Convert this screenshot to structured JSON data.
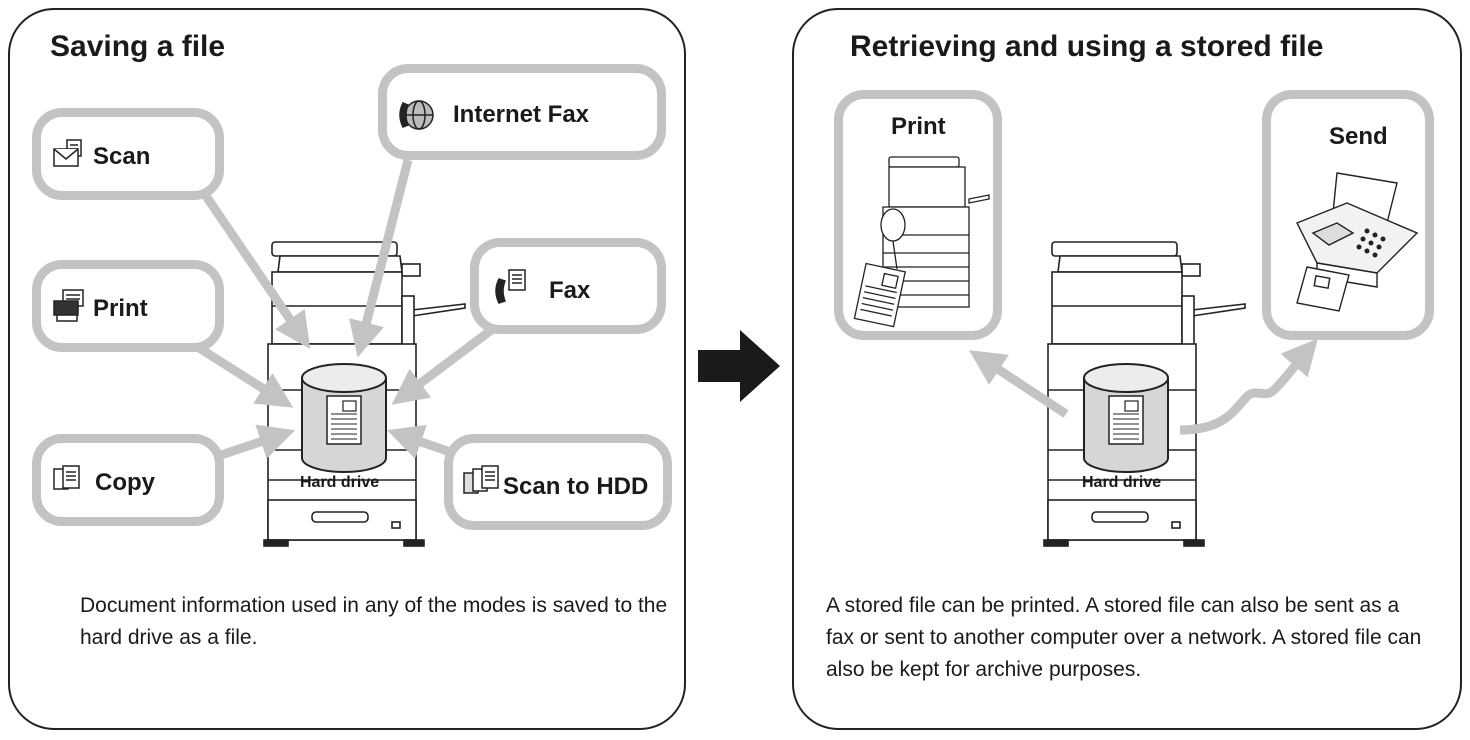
{
  "left_panel": {
    "title": "Saving a file",
    "modes": {
      "scan": {
        "label": "Scan",
        "icon": "scan-envelope-icon"
      },
      "print": {
        "label": "Print",
        "icon": "printer-icon"
      },
      "copy": {
        "label": "Copy",
        "icon": "copy-pages-icon"
      },
      "internet_fax": {
        "label": "Internet Fax",
        "icon": "globe-phone-icon"
      },
      "fax": {
        "label": "Fax",
        "icon": "fax-phone-icon"
      },
      "scan_to_hdd": {
        "label": "Scan to HDD",
        "icon": "scan-to-hdd-icon"
      }
    },
    "hard_drive_label": "Hard drive",
    "description": "Document information used in any of the modes is saved to the hard drive as a file."
  },
  "right_panel": {
    "title": "Retrieving and using a stored file",
    "modes": {
      "print": {
        "label": "Print",
        "icon": "printer-output-icon"
      },
      "send": {
        "label": "Send",
        "icon": "fax-machine-icon"
      }
    },
    "hard_drive_label": "Hard drive",
    "description": "A stored file can be printed. A stored file can also be sent as a fax or sent to another computer over a network. A stored file can also be kept for archive purposes."
  },
  "transition_arrow": "right-arrow-icon",
  "colors": {
    "box_border": "#c3c3c3",
    "arrow": "#c3c3c3",
    "text": "#1a1a1a",
    "panel_border": "#222222"
  }
}
